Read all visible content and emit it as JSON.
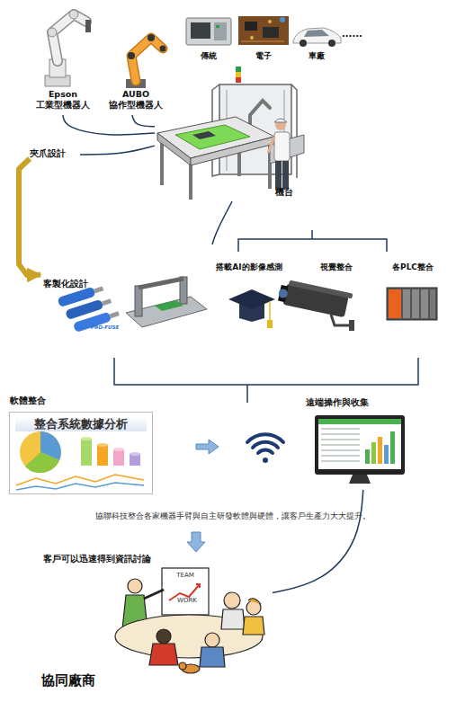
{
  "diagram": {
    "caption": "協同廠商",
    "nodes": [
      {
        "text": [
          "Epson 工業型機器人"
        ]
      },
      {
        "text": [
          "AUBO 協作型機器人"
        ]
      },
      {
        "text": [
          "傳統"
        ]
      },
      {
        "text": [
          "電子"
        ]
      },
      {
        "text": [
          "車廠"
        ]
      },
      {
        "text": [
          "機台"
        ]
      },
      {
        "text": [
          "夾爪設計"
        ]
      },
      {
        "text": [
          "客製化設計",
          "PRO-FUSE"
        ]
      },
      {
        "text": [
          "搭載AI的影像感測"
        ]
      },
      {
        "text": [
          "視覺整合"
        ]
      },
      {
        "text": [
          "各PLC整合"
        ]
      },
      {
        "text": [
          "軟體整合",
          "整合系統數據分析"
        ]
      },
      {
        "text": [
          "遠端操作與收集"
        ]
      },
      {
        "text": [
          "客戶可以迅速得到資訊討論",
          "TEAM",
          "WORK"
        ]
      }
    ],
    "edges": [
      {
        "from": 0,
        "to": 5,
        "arrow": "none"
      },
      {
        "from": 1,
        "to": 5,
        "arrow": "none"
      },
      {
        "from": 6,
        "to": 5,
        "arrow": "none"
      },
      {
        "from": 6,
        "to": 7,
        "arrow": "to"
      },
      {
        "from": 12,
        "to": 13,
        "arrow": "none"
      }
    ],
    "labels": [
      "......",
      "協聯科技整合各家機器手臂與自主研發軟體與硬體，讓客戶生產力大大提升。"
    ]
  }
}
